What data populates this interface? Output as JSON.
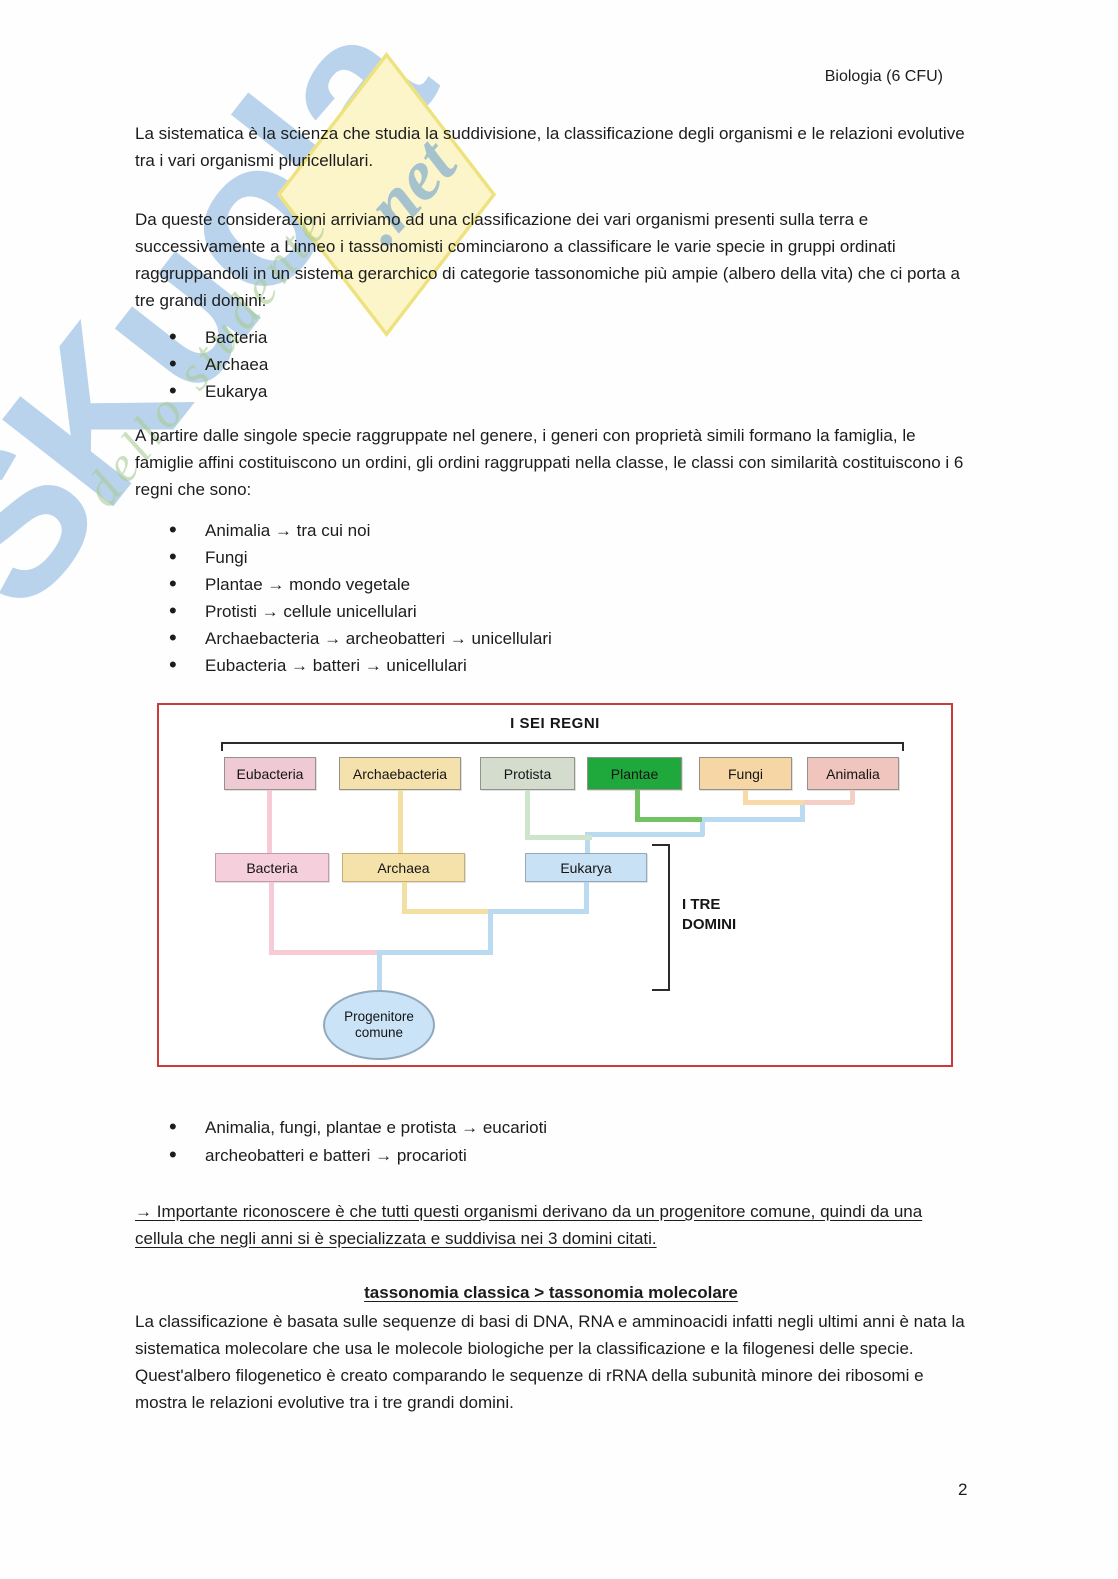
{
  "page": {
    "header": "Biologia (6 CFU)",
    "page_number": "2"
  },
  "watermark": {
    "letters": "SKuola",
    "net": ".net",
    "script": "dello studente"
  },
  "content": {
    "para1": "La sistematica è la scienza che studia la suddivisione, la classificazione degli organismi e le relazioni evolutive tra i vari organismi pluricellulari.",
    "para2": "Da queste considerazioni arriviamo ad una classificazione dei vari organismi presenti sulla terra e successivamente a Linneo i tassonomisti cominciarono a classificare le varie specie in gruppi ordinati raggruppandoli in un sistema gerarchico di categorie tassonomiche più ampie (albero della vita) che ci porta a tre grandi domini:",
    "list1": [
      "Bacteria",
      "Archaea",
      "Eukarya"
    ],
    "para3": "A partire dalle singole specie raggruppate nel genere, i generi con proprietà simili formano la famiglia, le famiglie affini costituiscono un ordini, gli ordini raggruppati nella classe, le classi con similarità costituiscono i 6 regni che sono:",
    "list2": [
      "Animalia → tra cui noi",
      "Fungi",
      "Plantae → mondo vegetale",
      "Protisti → cellule unicellulari",
      "Archaebacteria → archeobatteri → unicellulari",
      "Eubacteria → batteri → unicellulari"
    ],
    "list3": [
      "Animalia, fungi, plantae e protista → eucarioti",
      "archeobatteri  e batteri  → procarioti"
    ],
    "para4": "→ Importante riconoscere è che tutti questi organismi derivano da un progenitore comune, quindi da una cellula che negli anni si è specializzata e suddivisa nei 3 domini citati.",
    "heading": "tassonomia classica > tassonomia molecolare",
    "para5": "La classificazione è basata sulle sequenze di basi di DNA, RNA e amminoacidi infatti negli ultimi anni è nata la sistematica molecolare che usa le molecole biologiche per la classificazione e la filogenesi delle specie.",
    "para6": "Quest'albero filogenetico è creato comparando le sequenze di rRNA della subunità minore dei ribosomi e mostra le relazioni evolutive tra i tre grandi domini."
  },
  "diagram": {
    "title": "I SEI REGNI",
    "kingdoms": [
      {
        "label": "Eubacteria"
      },
      {
        "label": "Archaebacteria"
      },
      {
        "label": "Protista"
      },
      {
        "label": "Plantae"
      },
      {
        "label": "Fungi"
      },
      {
        "label": "Animalia"
      }
    ],
    "domains": [
      {
        "label": "Bacteria"
      },
      {
        "label": "Archaea"
      },
      {
        "label": "Eukarya"
      }
    ],
    "tre_domini_label": "I TRE DOMINI",
    "progenitore_label": "Progenitore comune",
    "colors": {
      "figure_border": "#cc3a3a",
      "eubacteria_fill": "#efc9d3",
      "archaebacteria_fill": "#f5e1ac",
      "protista_fill": "#d4dcce",
      "plantae_fill": "#1fa83c",
      "fungi_fill": "#f5d6a4",
      "animalia_fill": "#f0c5bd",
      "bacteria_fill": "#f6cfdc",
      "archaea_fill": "#f5e2ab",
      "eukarya_fill": "#c8e1f5",
      "line_pink": "#f7cbd6",
      "line_wheat": "#f3dfa2",
      "line_pale_green": "#cde5cb",
      "line_green": "#72c162",
      "line_orange": "#f7daa8",
      "line_salmon": "#f5cfc5",
      "line_blue": "#b9daf1"
    }
  }
}
